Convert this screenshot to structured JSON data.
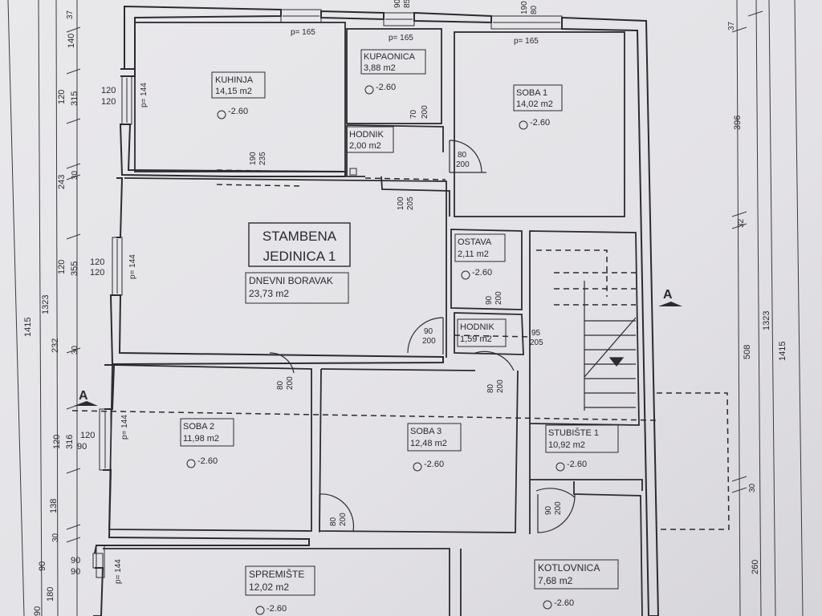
{
  "unit_box": {
    "line1": "STAMBENA",
    "line2": "JEDINICA 1"
  },
  "rooms": {
    "kuhinja": {
      "name": "KUHINJA",
      "area": "14,15 m2",
      "level": "-2.60"
    },
    "kupaonica": {
      "name": "KUPAONICA",
      "area": "3,88 m2",
      "level": "-2.60"
    },
    "soba1": {
      "name": "SOBA 1",
      "area": "14,02 m2",
      "level": "-2.60"
    },
    "hodnik1": {
      "name": "HODNIK",
      "area": "2,00 m2"
    },
    "dnevni": {
      "name": "DNEVNI BORAVAK",
      "area": "23,73 m2"
    },
    "ostava": {
      "name": "OSTAVA",
      "area": "2,11 m2",
      "level": "-2.60"
    },
    "hodnik2": {
      "name": "HODNIK",
      "area": "1,59 m2"
    },
    "soba2": {
      "name": "SOBA 2",
      "area": "11,98 m2",
      "level": "-2.60"
    },
    "soba3": {
      "name": "SOBA 3",
      "area": "12,48 m2",
      "level": "-2.60"
    },
    "stubiste": {
      "name": "STUBIŠTE 1",
      "area": "10,92 m2",
      "level": "-2.60"
    },
    "spremiste": {
      "name": "SPREMIŠTE",
      "area": "12,02 m2",
      "level": "-2.60"
    },
    "kotlovnica": {
      "name": "KOTLOVNICA",
      "area": "7,68 m2",
      "level": "-2.60"
    }
  },
  "windows": {
    "p165": "p= 165",
    "p144": "p= 144",
    "w1": [
      "120",
      "120"
    ],
    "w2": [
      "120",
      "120"
    ],
    "w3": [
      "120",
      "90"
    ],
    "w4": [
      "90",
      "90"
    ],
    "top1": [
      "90",
      "85"
    ],
    "top2": [
      "190",
      "80"
    ]
  },
  "doors": {
    "d1": [
      "190",
      "235"
    ],
    "d2": [
      "70",
      "200"
    ],
    "d3": [
      "80",
      "200"
    ],
    "d4": [
      "100",
      "205"
    ],
    "d5": [
      "90",
      "200"
    ],
    "d6": [
      "90",
      "200"
    ],
    "d7": [
      "95",
      "205"
    ],
    "d8": [
      "80",
      "200"
    ],
    "d9": [
      "80",
      "200"
    ],
    "d10": [
      "80",
      "200"
    ],
    "d11": [
      "90",
      "200"
    ]
  },
  "section_mark": "A",
  "dims_left": {
    "outer": [
      "1415"
    ],
    "mid": [
      "1323"
    ],
    "inner": [
      "37",
      "140",
      "120",
      "315",
      "243",
      "30",
      "120",
      "355",
      "232",
      "30",
      "120",
      "316",
      "138",
      "30",
      "90",
      "180",
      "90"
    ]
  },
  "dims_right": {
    "outer": [
      "1415"
    ],
    "mid": [
      "1323"
    ],
    "inner": [
      "37",
      "396",
      "32",
      "508",
      "30",
      "260"
    ]
  }
}
